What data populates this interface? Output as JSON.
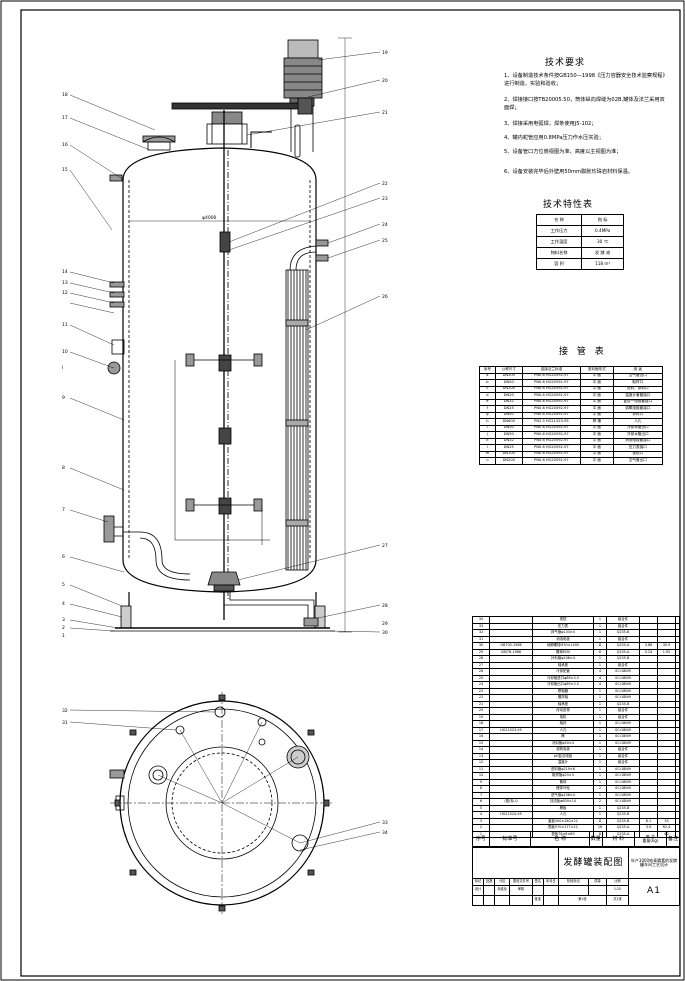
{
  "tech_requirements": {
    "title": "技术要求",
    "items": [
      "1、设备制造技术条件按GB150—1998《压力容器安全技术监察规程》进行制造，实验和验收；",
      "2、焊接接口按TB20005.50，筒体纵向焊缝为02B,罐体及法兰采用双面焊；",
      "3、焊接采用电弧焊，焊条使用J5-102；",
      "4、罐内蛇管应用0.8MPa压力作水压实验；",
      "5、设备管口方位俯视图为准，高度以主视图为准；",
      "6、设备安装完毕后外壁用50mm膨胀珍珠岩材料保温。"
    ]
  },
  "tech_spec": {
    "title": "技术特性表",
    "header": [
      "名 称",
      "指 标"
    ],
    "rows": [
      [
        "工作压力",
        "0.4MPa"
      ],
      [
        "工作温度",
        "30 ℃"
      ],
      [
        "物料名称",
        "发 酵 液"
      ],
      [
        "容 积",
        "118 m³"
      ]
    ]
  },
  "nozzle_table": {
    "title": "接 管 表",
    "header": [
      "序号",
      "公称尺寸",
      "连接法兰标准",
      "密封面形式",
      "用 途"
    ],
    "rows": [
      [
        "a",
        "DN200",
        "PN0.6 HG20592-97",
        "平 面",
        "空气管进口"
      ],
      [
        "b",
        "DN50",
        "PN0.6 HG20592-97",
        "平 面",
        "取样口"
      ],
      [
        "c",
        "DN200",
        "PN0.6 HG20592-97",
        "平 面",
        "进料、排料口"
      ],
      [
        "d",
        "DN20",
        "PN0.6 HG20592-97",
        "平 面",
        "温度计套管接口"
      ],
      [
        "e",
        "DN32",
        "PN0.6 HG20592-97",
        "平 面",
        "复合一电极套接口"
      ],
      [
        "f",
        "DN25",
        "PN0.6 HG20592-97",
        "平 面",
        "溶氧电极套接口"
      ],
      [
        "g",
        "DN50",
        "PN0.6 HG20592-97",
        "平 面",
        "补料口"
      ],
      [
        "h",
        "DN600",
        "PN2.5 HG21523-95",
        "榫 槽",
        "人孔"
      ],
      [
        "i",
        "DN50",
        "PN0.6 HG20592-97",
        "平 面",
        "冷却水管进口"
      ],
      [
        "j",
        "DN50",
        "PN0.6 HG20592-97",
        "平 面",
        "冷却水管出口"
      ],
      [
        "k",
        "DN32",
        "PN0.6 HG20592-97",
        "平 面",
        "消泡电极套接口"
      ],
      [
        "l",
        "DN25",
        "PN0.6 HG20592-97",
        "平 面",
        "压力表接口"
      ],
      [
        "m",
        "DN100",
        "PN0.6 HG20592-97",
        "平 面",
        "视镜口"
      ],
      [
        "n",
        "DN200",
        "PN0.6 HG20592-97",
        "平 面",
        "空气管出口"
      ]
    ]
  },
  "bom": {
    "rows": [
      [
        "34",
        "",
        "视镜",
        "1",
        "组合件",
        "",
        ""
      ],
      [
        "33",
        "",
        "压力表",
        "1",
        "组合件",
        "",
        ""
      ],
      [
        "32",
        "",
        "排气管φ133×4",
        "1",
        "Q235-B",
        "",
        ""
      ],
      [
        "31",
        "",
        "消泡电极",
        "1",
        "组合件",
        "",
        ""
      ],
      [
        "30",
        "GB700-1988",
        "地脚螺栓M30×1000",
        "8",
        "Q235-A",
        "3.86",
        "30.9"
      ],
      [
        "29",
        "GB/T6-1986",
        "螺母M30",
        "8",
        "Q235-A",
        "0.24",
        "1.92"
      ],
      [
        "28",
        "",
        "补料管φ108×4",
        "1",
        "Q235-B",
        "",
        ""
      ],
      [
        "27",
        "",
        "轴承座",
        "1",
        "组合件",
        "",
        ""
      ],
      [
        "26",
        "",
        "冷却蛇管",
        "4",
        "0Cr18Ni9",
        "",
        ""
      ],
      [
        "25",
        "",
        "冷却管进口φ89×3.5",
        "4",
        "0Cr18Ni9",
        "",
        ""
      ],
      [
        "24",
        "",
        "冷却管出口φ89×3.5",
        "4",
        "0Cr18Ni9",
        "",
        ""
      ],
      [
        "23",
        "",
        "联轴器",
        "1",
        "0Cr18Ni9",
        "",
        ""
      ],
      [
        "22",
        "",
        "搅拌轴",
        "1",
        "0Cr18Ni9",
        "",
        ""
      ],
      [
        "21",
        "",
        "轴承座",
        "1",
        "Q235-B",
        "",
        ""
      ],
      [
        "20",
        "",
        "传动皮带",
        "1",
        "组合件",
        "",
        ""
      ],
      [
        "19",
        "",
        "电机",
        "1",
        "组合件",
        "",
        ""
      ],
      [
        "18",
        "",
        "轴封",
        "1",
        "0Cr18Ni9",
        "",
        ""
      ],
      [
        "17",
        "HG21523-95",
        "人孔",
        "1",
        "0Cr18Ni9",
        "",
        ""
      ],
      [
        "16",
        "",
        "椭",
        "1",
        "0Cr18Ni9",
        "",
        ""
      ],
      [
        "15",
        "",
        "补料管φ50×4",
        "1",
        "0Cr18Ni9",
        "",
        ""
      ],
      [
        "14",
        "",
        "溶氧电极",
        "1",
        "组合件",
        "",
        ""
      ],
      [
        "13",
        "",
        "pH复合电极",
        "1",
        "组合件",
        "",
        ""
      ],
      [
        "12",
        "",
        "温度计",
        "1",
        "组合件",
        "",
        ""
      ],
      [
        "11",
        "",
        "进料管φ219×6",
        "1",
        "0Cr18Ni9",
        "",
        ""
      ],
      [
        "10",
        "",
        "取样管φ25×3",
        "1",
        "0Cr18Ni9",
        "",
        ""
      ],
      [
        "9",
        "",
        "筒体",
        "1",
        "0Cr18Ni9",
        "",
        ""
      ],
      [
        "8",
        "",
        "搅拌叶轮",
        "2",
        "0Cr18Ni9",
        "",
        ""
      ],
      [
        "7",
        "",
        "进气管φ108×4",
        "1",
        "0Cr18Ni9",
        "",
        ""
      ],
      [
        "6",
        "(推)标-Q",
        "挡流板φ600×14",
        "2",
        "0Cr18Ni9",
        "",
        ""
      ],
      [
        "5",
        "",
        "椭板",
        "1",
        "Q235-B",
        "",
        ""
      ],
      [
        "4",
        "HG21524-95",
        "人孔",
        "1",
        "Q235-B",
        "",
        ""
      ],
      [
        "3",
        "",
        "盖板300×180×22",
        "8",
        "Q235-B",
        "8.1",
        "33"
      ],
      [
        "2",
        "",
        "筋板570×177×22",
        "16",
        "Q235-A",
        "3.9",
        "62.4"
      ],
      [
        "1",
        "",
        "垫板78×8×80",
        "8",
        "Q235-A",
        "",
        "60"
      ]
    ],
    "header": [
      "序号",
      "标准号",
      "名 称",
      "数量",
      "材 料",
      "单 总",
      "备注"
    ],
    "weight_label": "重量(kg)"
  },
  "title_block": {
    "drawing_name": "发酵罐装配图",
    "project": "年产3000吨青霉素的发酵罐车间工艺设计",
    "drawing_no": "A1",
    "stage_label": "阶段标记",
    "weight_label": "质量",
    "scale_label": "比例",
    "scale": "1:25",
    "sheet": "第1张",
    "sheets": "共1张",
    "labels_row1": [
      "标记",
      "处数",
      "分区",
      "更改文件号",
      "签名",
      "年月日"
    ],
    "labels_row2": [
      "设计",
      "",
      "标准化",
      "审核",
      "批准"
    ]
  },
  "elevation_labels": [
    "1",
    "2",
    "3",
    "4",
    "5",
    "6",
    "7",
    "8",
    "9",
    "10",
    "11",
    "12",
    "13",
    "14",
    "15",
    "16",
    "17",
    "18",
    "19",
    "20",
    "21",
    "22",
    "23",
    "24",
    "25",
    "26",
    "27",
    "28",
    "29",
    "30"
  ],
  "plan_labels": [
    "31",
    "32",
    "33",
    "34"
  ],
  "dimension_text": "φ4000",
  "section_mark": "I"
}
